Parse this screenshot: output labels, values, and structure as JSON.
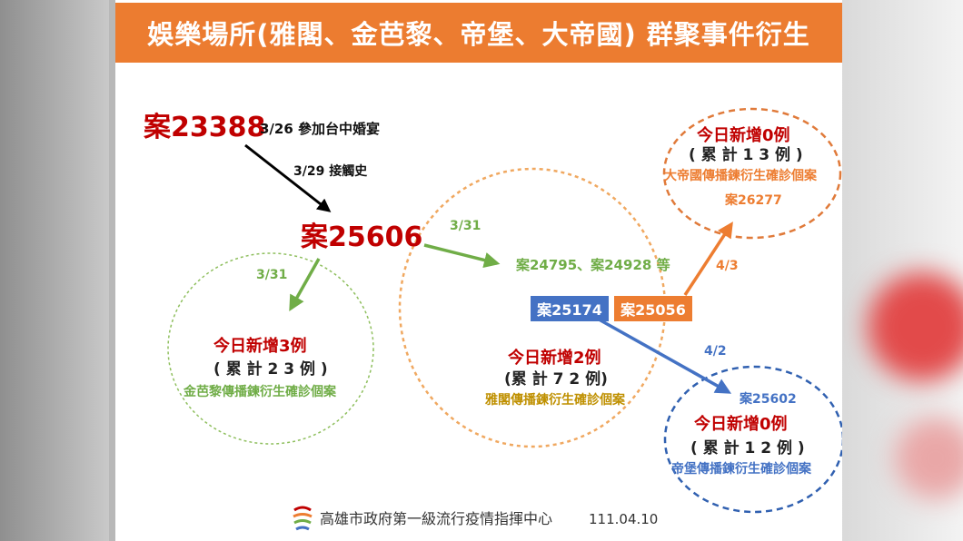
{
  "title": "娛樂場所(雅閣、金芭黎、帝堡、大帝國) 群聚事件衍生",
  "source_case": {
    "label": "案23388",
    "note": "3/26 參加台中婚宴",
    "arrow_label": "3/29 接觸史"
  },
  "hub_case": {
    "label": "案25606"
  },
  "clusters": {
    "jinbali": {
      "arrow_date": "3/31",
      "new_today": "今日新增3例",
      "total": "( 累 計 2 3 例 )",
      "desc": "金芭黎傳播鍊衍生確診個案"
    },
    "yage": {
      "arrow_date": "3/31",
      "cases": "案24795、案24928 等",
      "new_today": "今日新增2例",
      "total": "(累 計 7 2 例)",
      "desc": "雅閣傳播鍊衍生確診個案"
    },
    "dadiguo": {
      "from_case": "案25056",
      "arrow_date": "4/3",
      "case": "案26277",
      "new_today": "今日新增0例",
      "total": "( 累 計 1 3 例 )",
      "desc": "大帝國傳播鍊衍生確診個案"
    },
    "dibao": {
      "from_case": "案25174",
      "arrow_date": "4/2",
      "case": "案25602",
      "new_today": "今日新增0例",
      "total": "( 累 計 1 2 例 )",
      "desc": "帝堡傳播鍊衍生確診個案"
    }
  },
  "footer": {
    "org": "高雄市政府第一級流行疫情指揮中心",
    "date": "111.04.10"
  },
  "colors": {
    "banner": "#ec7c30",
    "red": "#c00000",
    "green": "#70ad47",
    "orange": "#ed7d31",
    "blue": "#4472c4",
    "gold": "#bf9000"
  }
}
